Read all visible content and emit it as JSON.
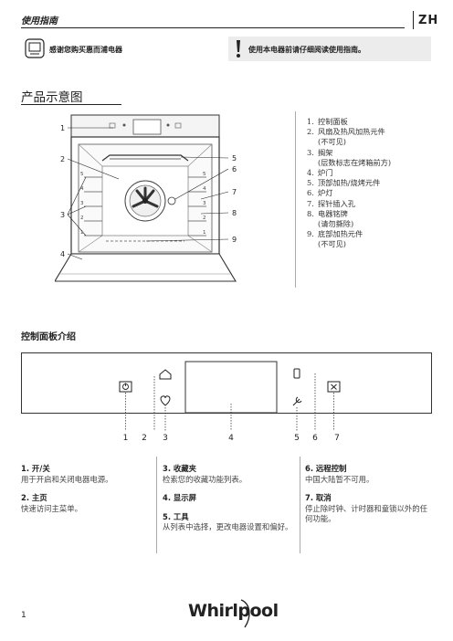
{
  "header": {
    "title": "使用指南",
    "lang": "ZH"
  },
  "notes": {
    "thanks": "感谢您购买惠而浦电器",
    "warning": "使用本电器前请仔细阅读使用指南。"
  },
  "product_diagram": {
    "title": "产品示意图",
    "callouts": [
      "1",
      "2",
      "3",
      "4",
      "5",
      "6",
      "7",
      "8",
      "9"
    ],
    "shelf_numbers": [
      "5",
      "4",
      "3",
      "2",
      "1"
    ],
    "legend": [
      {
        "num": "1.",
        "lines": [
          "控制面板"
        ]
      },
      {
        "num": "2.",
        "lines": [
          "风扇及热风加热元件",
          "(不可见)"
        ]
      },
      {
        "num": "3.",
        "lines": [
          "搁架",
          "(层数标志在烤箱前方)"
        ]
      },
      {
        "num": "4.",
        "lines": [
          "炉门"
        ]
      },
      {
        "num": "5.",
        "lines": [
          "顶部加热/烧烤元件"
        ]
      },
      {
        "num": "6.",
        "lines": [
          "炉灯"
        ]
      },
      {
        "num": "7.",
        "lines": [
          "探针插入孔"
        ]
      },
      {
        "num": "8.",
        "lines": [
          "电器铭牌",
          "(请勿撕除)"
        ]
      },
      {
        "num": "9.",
        "lines": [
          "底部加热元件",
          "(不可见)"
        ]
      }
    ]
  },
  "control_panel": {
    "title": "控制面板介绍",
    "callouts": [
      "1",
      "2",
      "3",
      "4",
      "5",
      "6",
      "7"
    ],
    "col1": [
      {
        "title": "1. 开/关",
        "desc": "用于开启和关闭电器电源。"
      },
      {
        "title": "2. 主页",
        "desc": "快速访问主菜单。"
      }
    ],
    "col2": [
      {
        "title": "3. 收藏夹",
        "desc": "检索您的收藏功能列表。"
      },
      {
        "title": "4. 显示屏",
        "desc": ""
      },
      {
        "title": "5. 工具",
        "desc": "从列表中选择，更改电器设置和偏好。"
      }
    ],
    "col3": [
      {
        "title": "6. 远程控制",
        "desc": "中国大陆暂不可用。"
      },
      {
        "title": "7. 取消",
        "desc": "停止除时钟、计时器和童锁以外的任何功能。"
      }
    ]
  },
  "footer": {
    "page": "1",
    "brand": "Whirlpool"
  }
}
